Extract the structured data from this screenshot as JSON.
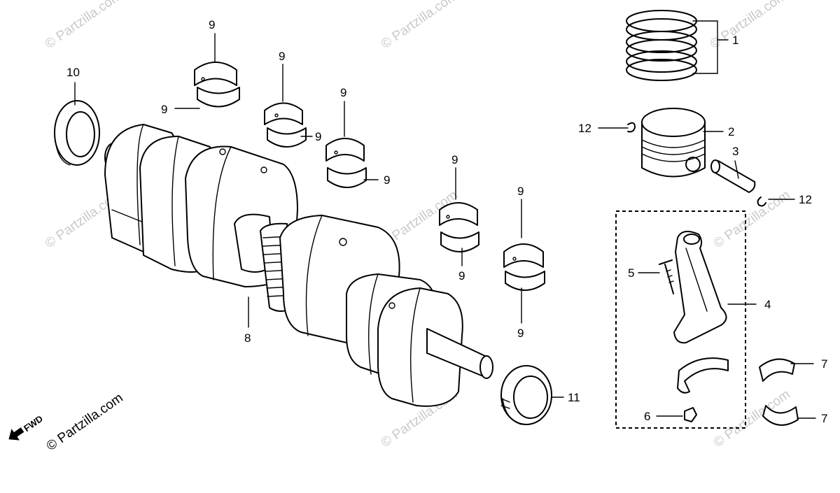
{
  "callouts": {
    "c1": "1",
    "c2": "2",
    "c3": "3",
    "c4": "4",
    "c5": "5",
    "c6": "6",
    "c7": "7",
    "c8": "8",
    "c9": "9",
    "c10": "10",
    "c11": "11",
    "c12": "12"
  },
  "direction_label": "FWD",
  "credit": "© Partzilla.com",
  "watermark": "© Partzilla.com",
  "colors": {
    "ink": "#000000",
    "watermark": "#c9c9c9",
    "background": "#ffffff"
  }
}
